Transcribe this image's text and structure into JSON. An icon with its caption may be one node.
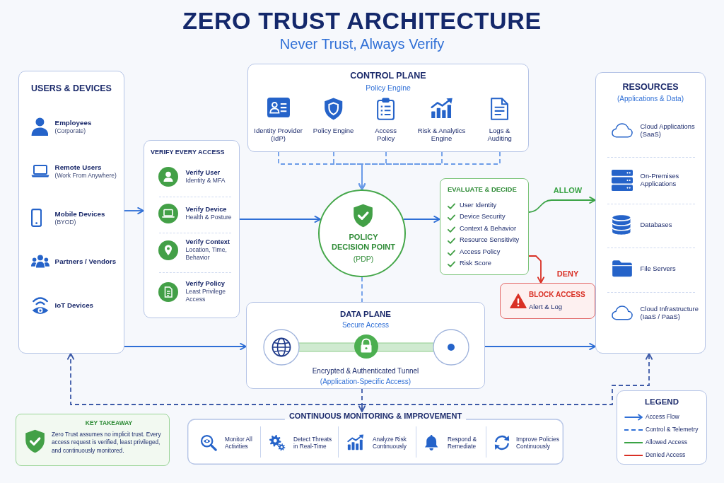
{
  "diagram": {
    "title": "ZERO TRUST ARCHITECTURE",
    "nodes": [
      {
        "text": [
          "USERS & DEVICES"
        ]
      },
      {
        "text": [
          "Employees",
          "(Corporate)"
        ],
        "in": 0
      },
      {
        "text": [
          "Remote Users",
          "(Work From Anywhere)"
        ],
        "in": 0
      },
      {
        "text": [
          "Mobile Devices",
          "(BYOD)"
        ],
        "in": 0
      },
      {
        "text": [
          "Partners / Vendors"
        ],
        "in": 0
      },
      {
        "text": [
          "IoT Devices"
        ],
        "in": 0
      },
      {
        "text": [
          "CONTROL PLANE",
          "Policy Engine"
        ]
      },
      {
        "text": [
          "Identity Provider (IdP)"
        ],
        "in": 6
      },
      {
        "text": [
          "Policy Engine"
        ],
        "in": 6
      },
      {
        "text": [
          "Access Policy"
        ],
        "in": 6
      },
      {
        "text": [
          "Risk & Analytics Engine"
        ],
        "in": 6
      },
      {
        "text": [
          "Logs & Auditing"
        ],
        "in": 6
      },
      {
        "text": [
          "VERIFY EVERY ACCESS"
        ]
      },
      {
        "text": [
          "Verify User",
          "Identity & MFA"
        ],
        "in": 12
      },
      {
        "text": [
          "Verify Device",
          "Health & Posture"
        ],
        "in": 12
      },
      {
        "text": [
          "Verify Context",
          "Location, Time, Behavior"
        ],
        "in": 12
      },
      {
        "text": [
          "Verify Policy",
          "Least Privilege Access"
        ],
        "in": 12
      },
      {
        "text": [
          "POLICY DECISION POINT",
          "(PDP)"
        ]
      },
      {
        "text": [
          "EVALUATE & DECIDE",
          "User Identity",
          "Device Security",
          "Context & Behavior",
          "Resource Sensitivity",
          "Access Policy",
          "Risk Score"
        ]
      },
      {
        "text": [
          "BLOCK ACCESS",
          "Alert & Log"
        ]
      },
      {
        "text": [
          "RESOURCES",
          "(Applications & Data)"
        ]
      },
      {
        "text": [
          "Cloud Applications",
          "(SaaS)"
        ],
        "in": 20
      },
      {
        "text": [
          "On-Premises Applications"
        ],
        "in": 20
      },
      {
        "text": [
          "Databases"
        ],
        "in": 20
      },
      {
        "text": [
          "File Servers"
        ],
        "in": 20
      },
      {
        "text": [
          "Cloud Infrastructure",
          "(IaaS / PaaS)"
        ],
        "in": 20
      },
      {
        "text": [
          "DATA PLANE",
          "Secure Access",
          "Encrypted & Authenticated Tunnel",
          "(Application-Specific Access)"
        ]
      },
      {
        "text": [
          "KEY TAKEAWAY",
          "Zero Trust assumes no implicit trust. Every access request is verified, least privileged, and continuously monitored."
        ]
      },
      {
        "text": [
          "CONTINUOUS MONITORING & IMPROVEMENT"
        ]
      },
      {
        "text": [
          "Monitor All Activities"
        ],
        "in": 28
      },
      {
        "text": [
          "Detect Threats in Real-Time"
        ],
        "in": 28
      },
      {
        "text": [
          "Analyze Risk Continuously"
        ],
        "in": 28
      },
      {
        "text": [
          "Respond & Remediate"
        ],
        "in": 28
      },
      {
        "text": [
          "Improve Policies Continuously"
        ],
        "in": 28
      }
    ],
    "edges": [
      {
        "from": 0,
        "to": 12,
        "arrow": "to"
      },
      {
        "from": 12,
        "to": 17,
        "arrow": "to"
      },
      {
        "from": 17,
        "to": 18,
        "arrow": "to"
      },
      {
        "from": 18,
        "to": 20,
        "arrow": "to",
        "label": "ALLOW",
        "color": "#3aa345"
      },
      {
        "from": 18,
        "to": 19,
        "arrow": "to",
        "label": "DENY",
        "color": "#d93025"
      },
      {
        "from": 7,
        "to": 17,
        "arrow": "to",
        "style": "dashed",
        "color": "#6b9be8"
      },
      {
        "from": 8,
        "to": 17,
        "arrow": "to",
        "style": "dashed",
        "color": "#6b9be8"
      },
      {
        "from": 9,
        "to": 17,
        "arrow": "to",
        "style": "dashed",
        "color": "#6b9be8"
      },
      {
        "from": 10,
        "to": 17,
        "arrow": "to",
        "style": "dashed",
        "color": "#6b9be8"
      },
      {
        "from": 11,
        "to": 17,
        "arrow": "to",
        "style": "dashed",
        "color": "#6b9be8"
      },
      {
        "from": 17,
        "to": 26,
        "arrow": "none",
        "style": "dashed",
        "color": "#6b9be8"
      },
      {
        "from": 0,
        "to": 26,
        "arrow": "to"
      },
      {
        "from": 26,
        "to": 20,
        "arrow": "to"
      },
      {
        "from": 26,
        "to": 28,
        "arrow": "to",
        "style": "dashed",
        "color": "#3d5aa8"
      },
      {
        "from": 28,
        "to": 0,
        "arrow": "to",
        "style": "dashed",
        "color": "#3d5aa8"
      },
      {
        "from": 28,
        "to": 20,
        "arrow": "to",
        "style": "dashed",
        "color": "#3d5aa8"
      }
    ],
    "labels": [
      "Never Trust, Always Verify",
      "LEGEND"
    ],
    "legend": [
      {
        "text": "Access Flow"
      },
      {
        "text": "Control & Telemetry"
      },
      {
        "text": "Allowed Access"
      },
      {
        "text": "Denied Access"
      }
    ]
  }
}
